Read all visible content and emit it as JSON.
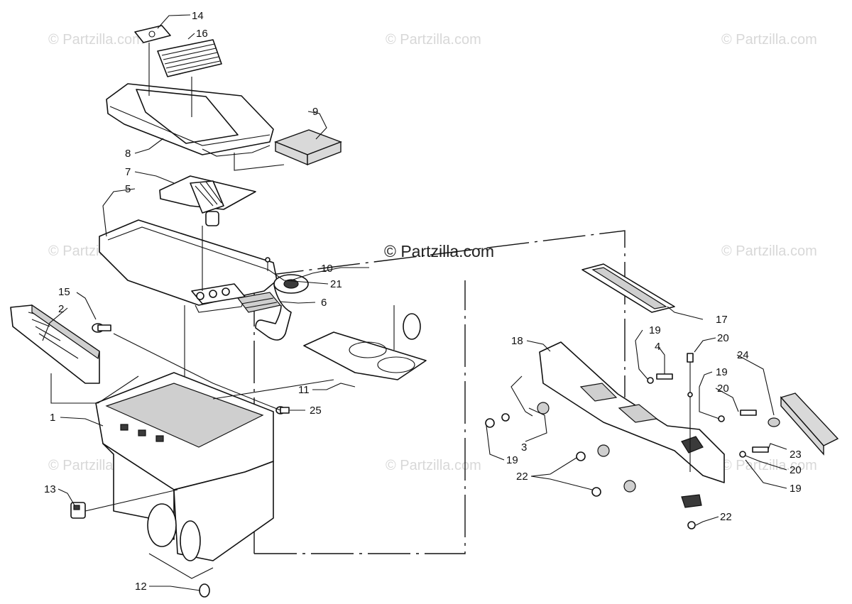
{
  "watermark_center": "© Partzilla.com",
  "watermark_faint": "© Partzilla.com",
  "callouts": {
    "c1": "1",
    "c2": "2",
    "c3": "3",
    "c4": "4",
    "c5": "5",
    "c6": "6",
    "c7": "7",
    "c8": "8",
    "c9": "9",
    "c10": "10",
    "c11": "11",
    "c12": "12",
    "c13": "13",
    "c14": "14",
    "c15": "15",
    "c16": "16",
    "c17": "17",
    "c18": "18",
    "c19a": "19",
    "c19b": "19",
    "c19c": "19",
    "c19d": "19",
    "c20a": "20",
    "c20b": "20",
    "c20c": "20",
    "c21": "21",
    "c22a": "22",
    "c22b": "22",
    "c23": "23",
    "c24": "24",
    "c25": "25"
  }
}
